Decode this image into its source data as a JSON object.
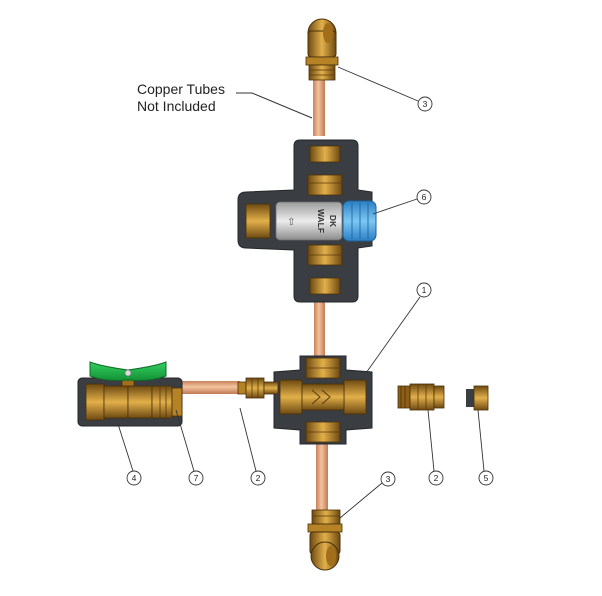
{
  "note": {
    "line1": "Copper Tubes",
    "line2": "Not Included"
  },
  "valve_labels": {
    "brand_top": "WALF",
    "brand_bottom": "DK"
  },
  "callouts": [
    "3",
    "6",
    "1",
    "4",
    "7",
    "2",
    "2",
    "5",
    "3"
  ],
  "colors": {
    "copper": "#e7a277",
    "brass": "#c08a2a",
    "rubber": "#3a3d42",
    "handle": "#21b24a",
    "cap": "#4aa8e6"
  }
}
